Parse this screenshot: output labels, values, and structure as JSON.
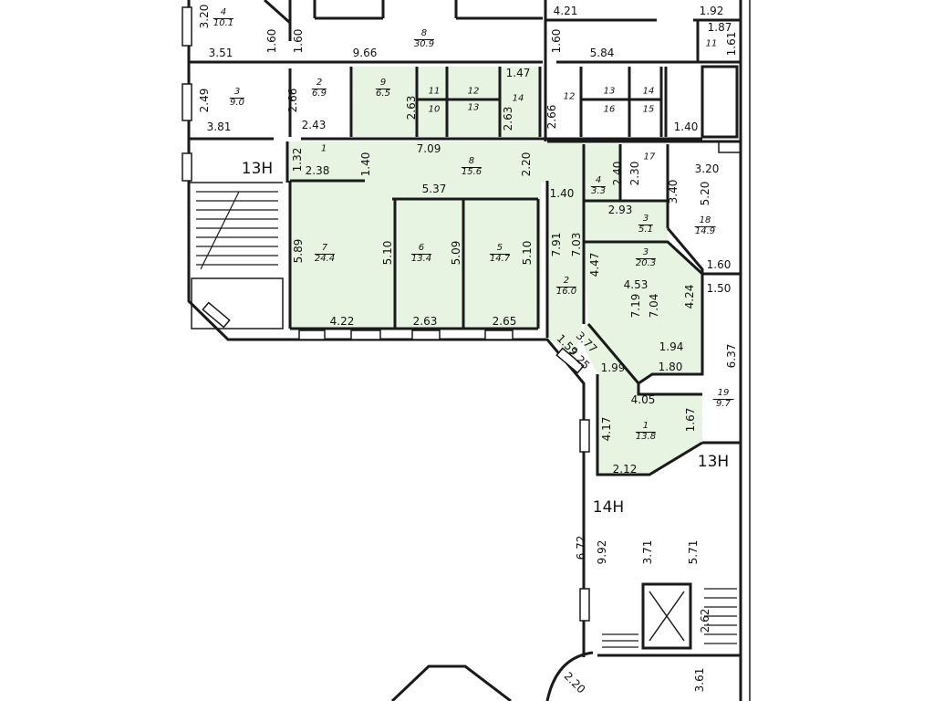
{
  "colors": {
    "unit_fill": "#e7f4e2",
    "wall": "#1a1a1a"
  },
  "units": [
    "13H",
    "13H",
    "14H"
  ],
  "rooms": [
    {
      "num": "4",
      "area": "10.1"
    },
    {
      "num": "8",
      "area": "30.9"
    },
    {
      "num": "3",
      "area": "9.0"
    },
    {
      "num": "2",
      "area": "6.9"
    },
    {
      "num": "9",
      "area": "6.5"
    },
    {
      "num": "8",
      "area": "15.6"
    },
    {
      "num": "7",
      "area": "24.4"
    },
    {
      "num": "6",
      "area": "13.4"
    },
    {
      "num": "5",
      "area": "14.7"
    },
    {
      "num": "4",
      "area": "3.3"
    },
    {
      "num": "3",
      "area": "5.1"
    },
    {
      "num": "18",
      "area": "14.9"
    },
    {
      "num": "2",
      "area": "16.0"
    },
    {
      "num": "3",
      "area": "20.3"
    },
    {
      "num": "19",
      "area": "9.7"
    },
    {
      "num": "1",
      "area": "13.8"
    }
  ],
  "room_numbers": [
    "11",
    "11",
    "12",
    "14",
    "10",
    "13",
    "12",
    "13",
    "14",
    "16",
    "15",
    "1",
    "17"
  ],
  "dims": [
    "3.20",
    "1.60",
    "1.60",
    "3.51",
    "9.66",
    "4.21",
    "1.92",
    "1.87",
    "1.61",
    "1.60",
    "5.84",
    "2.49",
    "3.81",
    "2.66",
    "2.43",
    "2.63",
    "1.47",
    "2.63",
    "2.66",
    "1.40",
    "7.09",
    "1.32",
    "2.38",
    "1.40",
    "2.20",
    "2.40",
    "2.30",
    "1.40",
    "3.40",
    "3.20",
    "5.20",
    "2.93",
    "5.37",
    "5.89",
    "5.10",
    "4.22",
    "5.09",
    "2.63",
    "5.10",
    "2.65",
    "7.91",
    "7.03",
    "4.47",
    "4.53",
    "7.19",
    "7.04",
    "4.24",
    "1.60",
    "1.50",
    "6.37",
    "1.59",
    "3.77",
    "2.25",
    "1.94",
    "1.80",
    "1.99",
    "4.05",
    "4.17",
    "1.67",
    "2.12",
    "6.72",
    "9.92",
    "3.71",
    "5.71",
    "2.62",
    "3.61",
    "2.20"
  ]
}
